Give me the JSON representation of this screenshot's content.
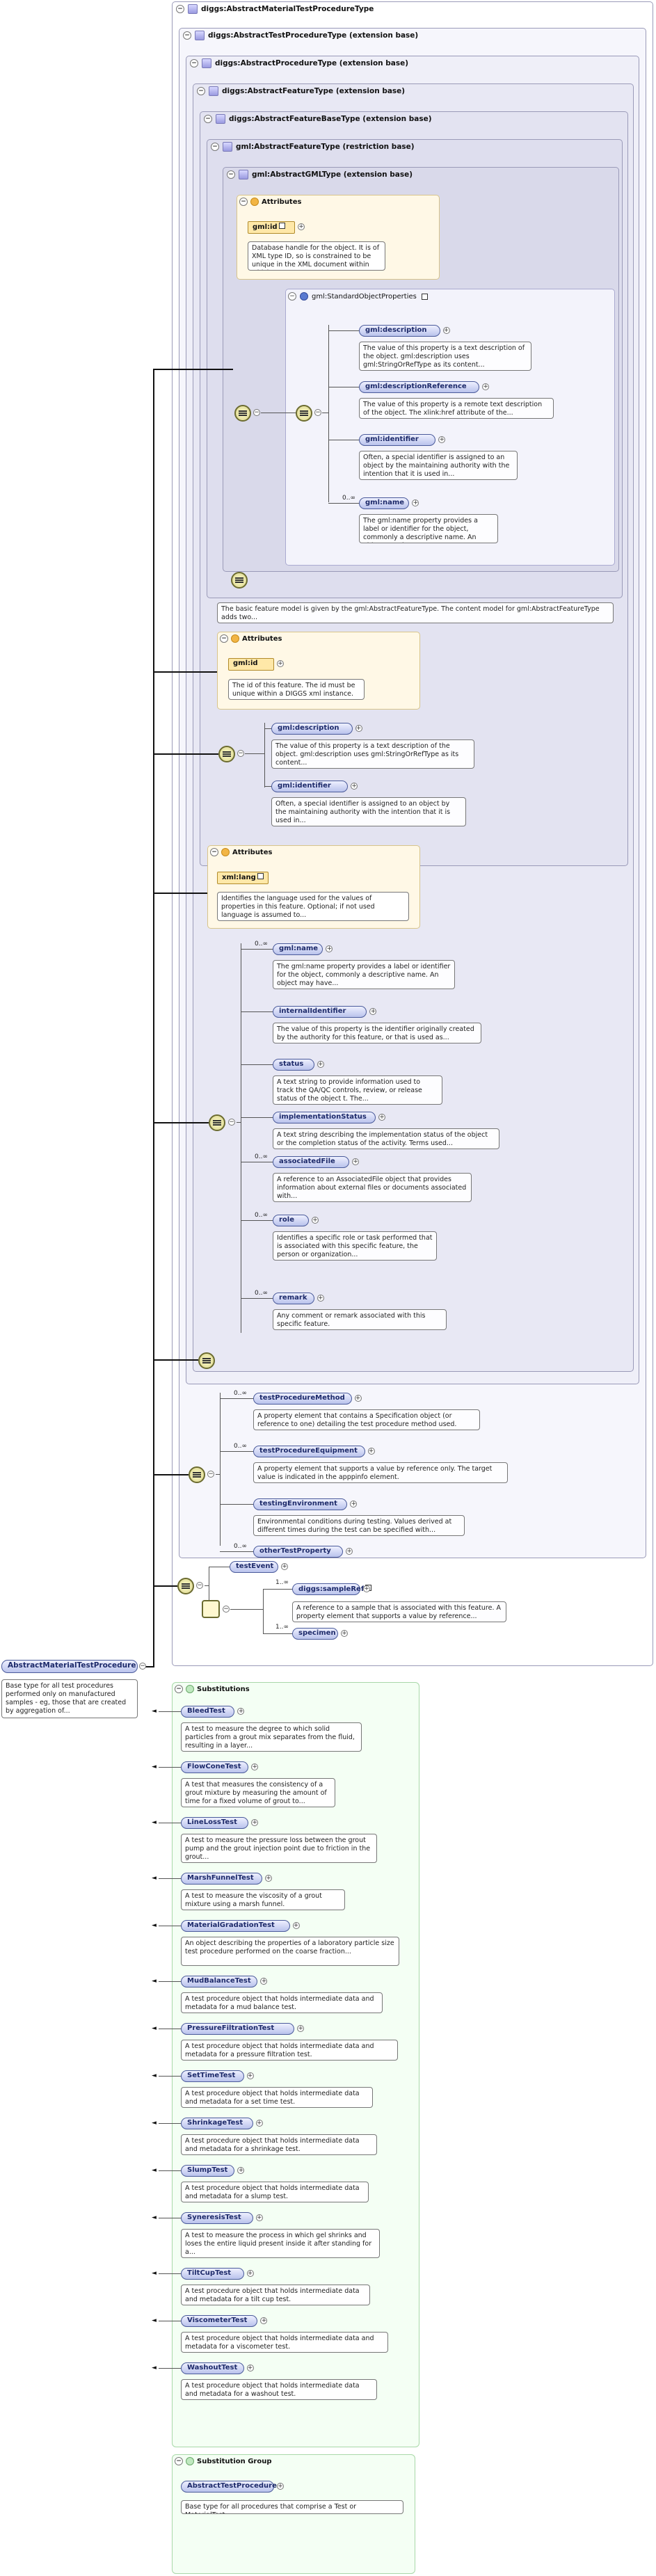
{
  "root": {
    "type_title": "diggs:AbstractMaterialTestProcedureType",
    "element_name": "AbstractMaterialTestProcedure",
    "element_desc": "Base type for all test procedures performed only on manufactured samples - eg, those that are created by aggregation of..."
  },
  "ext": {
    "test_procedure_type": "diggs:AbstractTestProcedureType (extension base)",
    "procedure_type": "diggs:AbstractProcedureType (extension base)",
    "feature_type": "diggs:AbstractFeatureType (extension base)",
    "feature_base_type": "diggs:AbstractFeatureBaseType (extension base)",
    "gml_feature_type": "gml:AbstractFeatureType (restriction base)",
    "gml_gml_type": "gml:AbstractGMLType (extension base)"
  },
  "gml_attrs": {
    "title": "Attributes",
    "id_label": "gml:id",
    "id_desc": "Database handle for the object. It is of XML type ID, so is constrained to be unique in the XML document within which..."
  },
  "gml_std": {
    "title": "gml:StandardObjectProperties",
    "items": [
      {
        "label": "gml:description",
        "mult": "",
        "desc": "The value of this property is a text description of the object. gml:description uses gml:StringOrRefType as its content..."
      },
      {
        "label": "gml:descriptionReference",
        "mult": "",
        "desc": "The value of this property is a remote text description of the object. The xlink:href attribute of the..."
      },
      {
        "label": "gml:identifier",
        "mult": "",
        "desc": "Often, a special identifier is assigned to an object by the maintaining authority with the intention that it is used in..."
      },
      {
        "label": "gml:name",
        "mult": "0..∞",
        "desc": "The gml:name property provides a label or identifier for the object, commonly a descriptive name. An object may have..."
      }
    ]
  },
  "feature_base": {
    "desc": "The basic feature model is given by the gml:AbstractFeatureType. The content model for gml:AbstractFeatureType adds two..."
  },
  "fb_attrs": {
    "title": "Attributes",
    "id_label": "gml:id",
    "id_desc": "The id of this feature. The id must be unique within a DIGGS xml instance."
  },
  "fb_seq": [
    {
      "label": "gml:description",
      "desc": "The value of this property is a text description of the object. gml:description uses gml:StringOrRefType as its content..."
    },
    {
      "label": "gml:identifier",
      "desc": "Often, a special identifier is assigned to an object by the maintaining authority with the intention that it is used in..."
    }
  ],
  "feat_attrs": {
    "title": "Attributes",
    "lang_label": "xml:lang",
    "lang_desc": "Identifies the language used for the values of properties in this feature. Optional; if not used language is assumed to..."
  },
  "feat_seq": [
    {
      "label": "gml:name",
      "mult": "0..∞",
      "desc": "The gml:name property provides a label or identifier for the object, commonly a descriptive name. An object may have..."
    },
    {
      "label": "internalIdentifier",
      "mult": "",
      "desc": "The value of this property is the identifier originally created by the authority for this feature, or that is used as..."
    },
    {
      "label": "status",
      "mult": "",
      "desc": "A text string to provide information used to track the QA/QC controls, review, or release status of the object t. The..."
    },
    {
      "label": "implementationStatus",
      "mult": "",
      "desc": "A text string describing the implementation status of the object or the completion status of the activity. Terms used..."
    },
    {
      "label": "associatedFile",
      "mult": "0..∞",
      "desc": "A reference to an AssociatedFile object that provides information about external files or documents associated with..."
    },
    {
      "label": "role",
      "mult": "0..∞",
      "desc": "Identifies a specific role or task performed that is associated with this specific feature, the person or organization..."
    },
    {
      "label": "remark",
      "mult": "0..∞",
      "desc": "Any comment or remark associated with this specific feature."
    }
  ],
  "proc_seq": [
    {
      "label": "testProcedureMethod",
      "mult": "0..∞",
      "desc": "A property element that contains a Specification object (or reference to one) detailing the test procedure method used."
    },
    {
      "label": "testProcedureEquipment",
      "mult": "0..∞",
      "desc": "A property element that supports a value by reference only. The target value is indicated in the apppinfo element."
    },
    {
      "label": "testingEnvironment",
      "mult": "",
      "desc": "Environmental conditions during testing. Values derived at different times during the test can be specified with..."
    },
    {
      "label": "otherTestProperty",
      "mult": "0..∞",
      "desc": ""
    }
  ],
  "mat_seq": {
    "test_event": "testEvent",
    "sample_ref": "diggs:sampleRef",
    "sample_mult": "1..∞",
    "sample_desc": "A reference to a sample that is associated with this feature. A property element that supports a value by reference...",
    "specimen": "specimen",
    "specimen_mult": "1..∞"
  },
  "subs": {
    "title": "Substitutions",
    "items": [
      {
        "label": "BleedTest",
        "desc": "A test to measure the degree to which solid particles from a grout mix separates from the fluid, resulting in a layer..."
      },
      {
        "label": "FlowConeTest",
        "desc": "A test that measures the consistency of a grout mixture by measuring the amount of time for a fixed volume of grout to..."
      },
      {
        "label": "LineLossTest",
        "desc": "A test to measure the pressure loss between the grout pump and the grout injection point due to friction in the grout..."
      },
      {
        "label": "MarshFunnelTest",
        "desc": "A test to measure the viscosity of a grout mixture using a marsh funnel."
      },
      {
        "label": "MaterialGradationTest",
        "desc": "An object describing the properties of a laboratory particle size test procedure performed on the coarse fraction..."
      },
      {
        "label": "MudBalanceTest",
        "desc": "A test procedure object that holds intermediate data and metadata for a mud balance test."
      },
      {
        "label": "PressureFiltrationTest",
        "desc": "A test procedure object that holds intermediate data and metadata for a pressure filtration test."
      },
      {
        "label": "SetTimeTest",
        "desc": "A test procedure object that holds intermediate data and metadata for a set time test."
      },
      {
        "label": "ShrinkageTest",
        "desc": "A test procedure object that holds intermediate data and metadata for a shrinkage test."
      },
      {
        "label": "SlumpTest",
        "desc": "A test procedure object that holds intermediate data and metadata for a slump test."
      },
      {
        "label": "SyneresisTest",
        "desc": "A test to measure the process in which gel shrinks and loses the entire liquid present inside it after standing for a..."
      },
      {
        "label": "TiltCupTest",
        "desc": "A test procedure object that holds intermediate data and metadata for a tilt cup test."
      },
      {
        "label": "ViscometerTest",
        "desc": "A test procedure object that holds intermediate data and metadata for a viscometer test."
      },
      {
        "label": "WashoutTest",
        "desc": "A test procedure object that holds intermediate data and metadata for a washout test."
      }
    ]
  },
  "sg": {
    "title": "Substitution Group",
    "label": "AbstractTestProcedure",
    "desc": "Base type for all procedures that comprise a Test or MaterialTest."
  }
}
